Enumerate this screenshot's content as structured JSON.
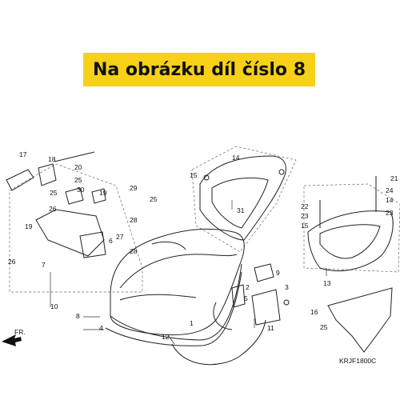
{
  "banner": {
    "text": "Na obrázku díl číslo 8",
    "background": "#f7d117"
  },
  "diagram": {
    "code": "KRJF1800C",
    "direction_label": "FR.",
    "callouts": [
      "1",
      "2",
      "3",
      "4",
      "5",
      "6",
      "7",
      "8",
      "9",
      "10",
      "11",
      "12",
      "13",
      "14",
      "15",
      "16",
      "17",
      "18",
      "19",
      "20",
      "21",
      "22",
      "23",
      "24",
      "25",
      "26",
      "27",
      "28",
      "29",
      "30",
      "31"
    ]
  }
}
